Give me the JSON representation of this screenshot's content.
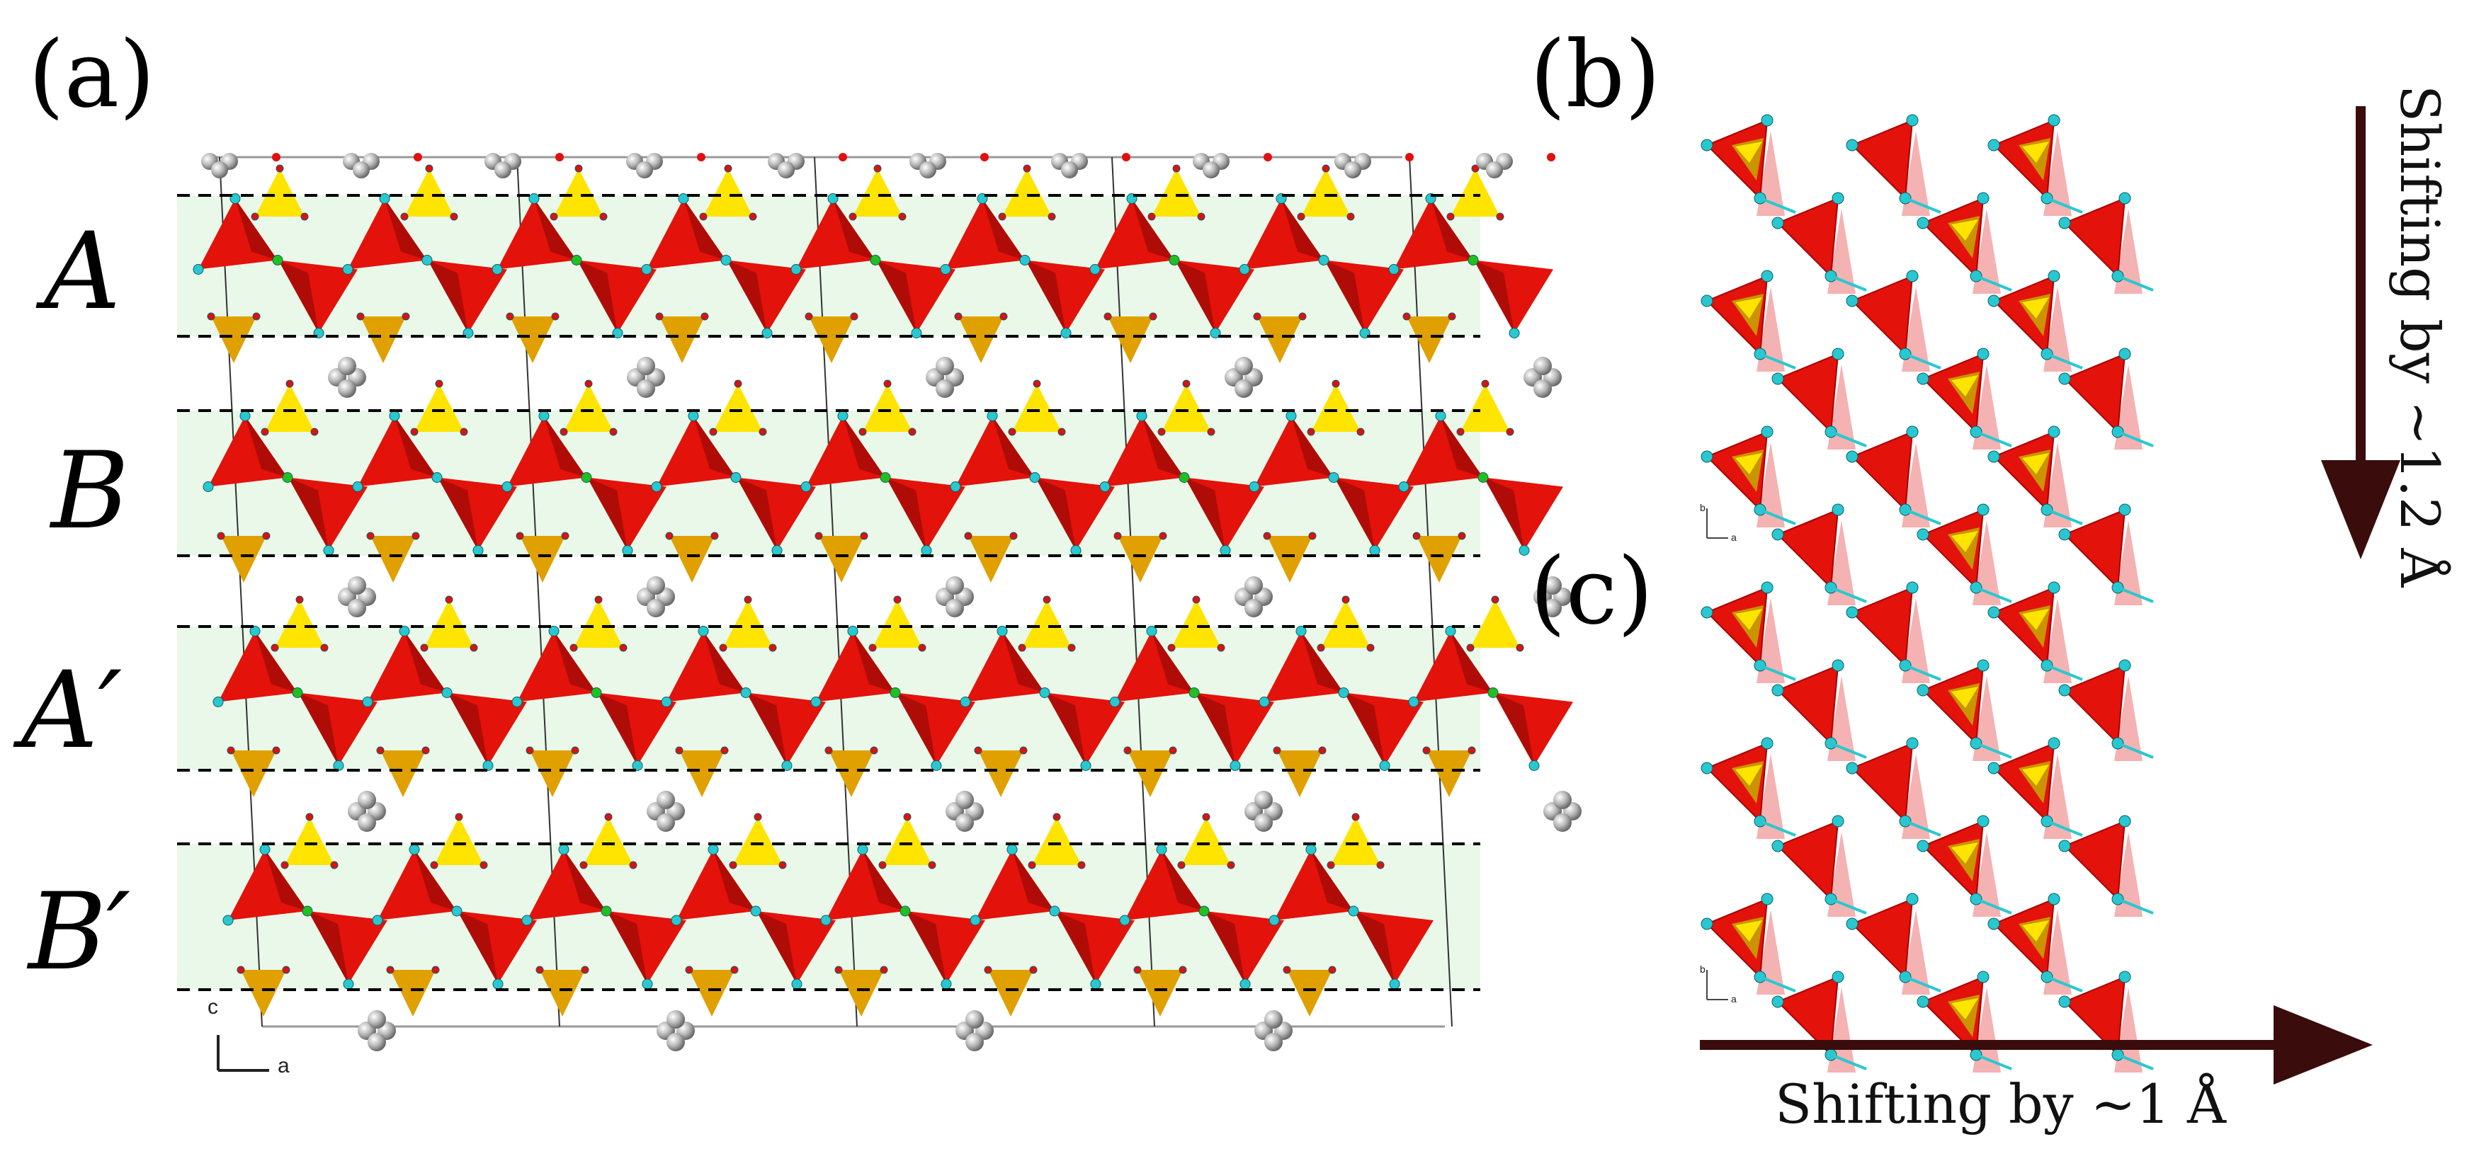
{
  "panels": {
    "a": {
      "label": "(a)",
      "axis_c": "c",
      "axis_a": "a"
    },
    "b": {
      "label": "(b)",
      "axis_b": "b",
      "axis_a": "a"
    },
    "c": {
      "label": "(c)",
      "axis_b": "b",
      "axis_a": "a"
    }
  },
  "layers": [
    "A",
    "B",
    "A′",
    "B′"
  ],
  "shifts": {
    "vertical": "Shifting by  ~1.2 Å",
    "horizontal": "Shifting by  ~1 Å"
  },
  "colors": {
    "layer_band": "#e9f8e9",
    "red_tetra": "#e3120b",
    "red_tetra_dark": "#b00c07",
    "yellow_tetra": "#ffe400",
    "orange_tetra": "#e0a000",
    "cyan_atom": "#29c8d0",
    "red_atom": "#e01010",
    "green_atom": "#20c020",
    "grey_atom": "#b8b8b8",
    "arrow": "#3a0c0c"
  }
}
